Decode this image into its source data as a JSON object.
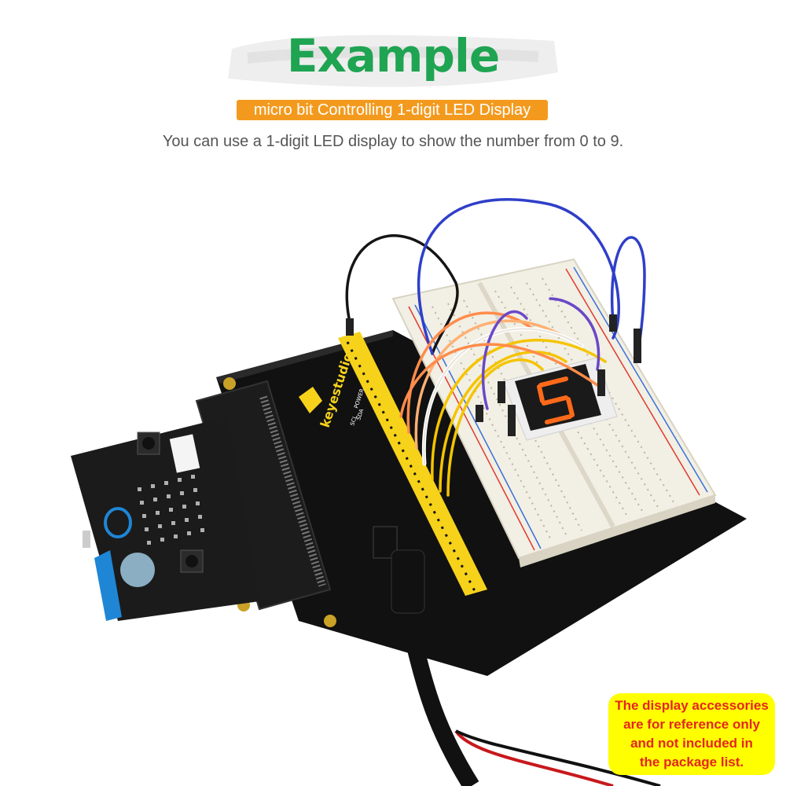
{
  "header": {
    "title": "Example",
    "subtitle": "micro bit Controlling 1-digit LED Display",
    "description": "You can use a 1-digit LED display to show the number from 0 to 9."
  },
  "photo": {
    "board_brand": "keyestudio",
    "board_labels": [
      "POWER",
      "SDA",
      "SCL"
    ],
    "display_digit": "5",
    "colors": {
      "board": "#111111",
      "header_pins": "#f6d21b",
      "breadboard": "#f2efe4",
      "microbit": "#1b1b1b",
      "microbit_blue": "#1f86d6",
      "led_segment": "#ff6a1a"
    }
  },
  "note": {
    "lines": [
      "The display accessories",
      "are for reference only",
      "and not included in",
      "the package list."
    ]
  },
  "colors": {
    "title_green": "#1fa452",
    "pill_orange": "#f39a1e",
    "note_yellow": "#ffff00",
    "note_red": "#e52521"
  }
}
